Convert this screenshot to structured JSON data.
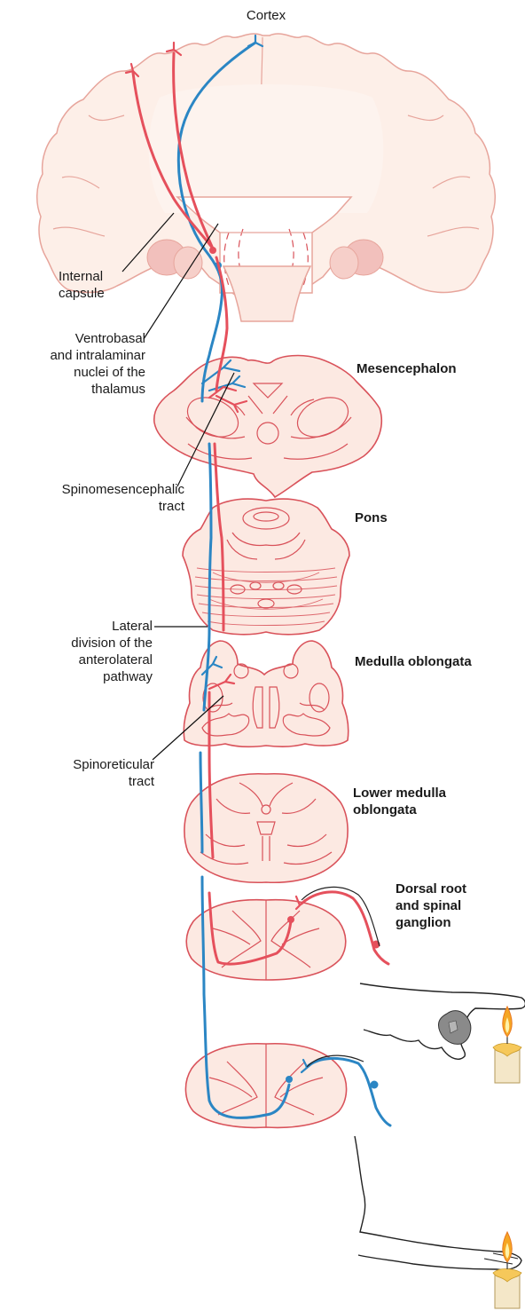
{
  "labels": {
    "cortex": "Cortex",
    "internal_capsule": "Internal\ncapsule",
    "thalamus_nuclei": "Ventrobasal\nand intralaminar\nnuclei of the\nthalamus",
    "spinomesencephalic": "Spinomesencephalic\ntract",
    "lateral_division": "Lateral\ndivision of the\nanterolateral\npathway",
    "spinoreticular": "Spinoreticular\ntract"
  },
  "sections": {
    "mesencephalon": "Mesencephalon",
    "pons": "Pons",
    "medulla": "Medulla oblongata",
    "lower_medulla": "Lower medulla\noblongata",
    "dorsal_root": "Dorsal root\nand spinal\nganglion"
  },
  "colors": {
    "pain_pathway": "#e5505c",
    "temperature_pathway": "#2b86c4",
    "tissue_outline": "#d9525a",
    "tissue_fill": "#fce9e2"
  },
  "icons": [
    "hand-icon",
    "foot-icon",
    "candle-icon"
  ]
}
